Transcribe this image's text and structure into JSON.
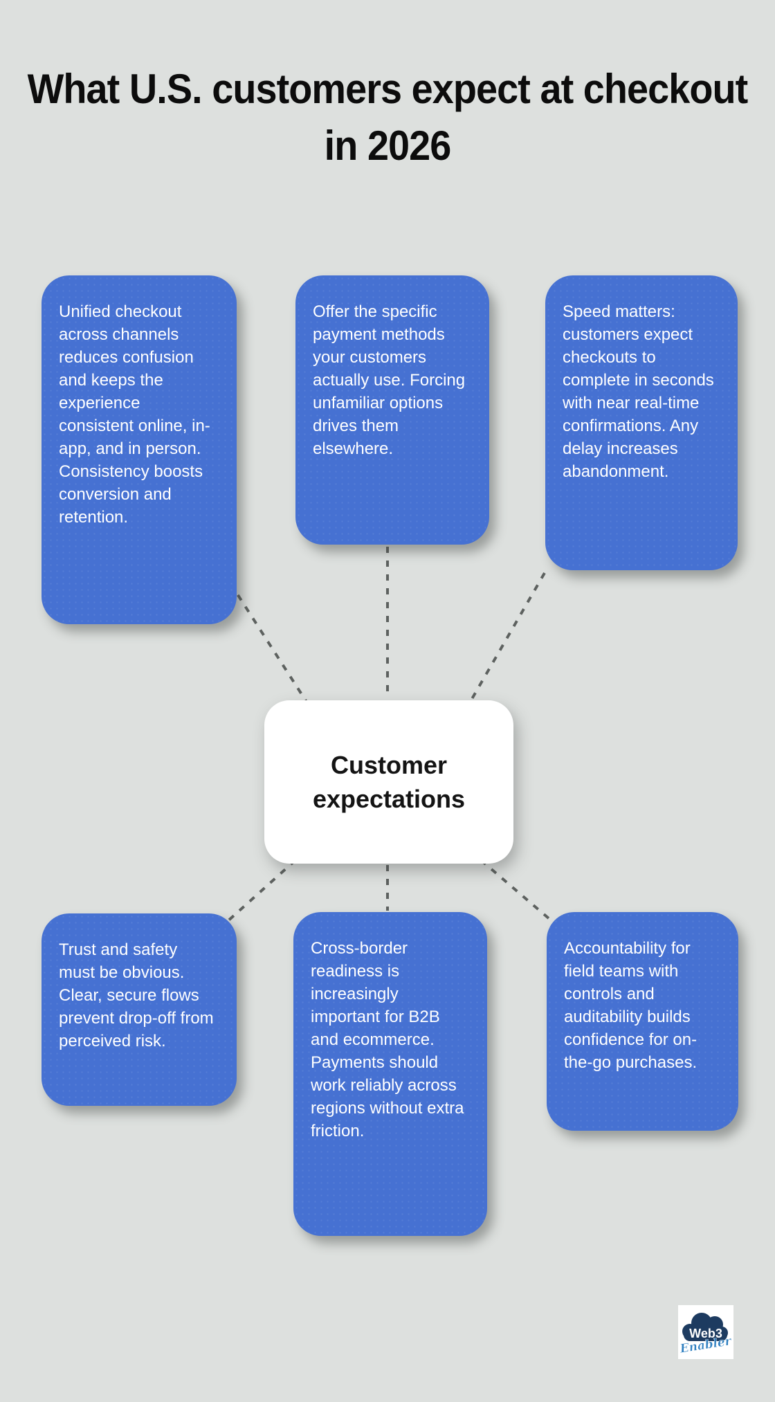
{
  "title": "What U.S. customers expect at checkout in 2026",
  "center": {
    "label": "Customer expectations"
  },
  "cards": [
    {
      "id": "unified-checkout",
      "text": "Unified checkout across channels reduces confusion and keeps the experience consistent online, in-app, and in person. Consistency boosts conversion and retention."
    },
    {
      "id": "payment-methods",
      "text": "Offer the specific payment methods your customers actually use. Forcing unfamiliar options drives them elsewhere."
    },
    {
      "id": "speed",
      "text": "Speed matters: customers expect checkouts to complete in seconds with near real-time confirmations. Any delay increases abandonment."
    },
    {
      "id": "trust-safety",
      "text": "Trust and safety must be obvious. Clear, secure flows prevent drop-off from perceived risk."
    },
    {
      "id": "cross-border",
      "text": "Cross-border readiness is increasingly important for B2B and ecommerce. Payments should work reliably across regions without extra friction."
    },
    {
      "id": "accountability",
      "text": "Accountability for field teams with controls and auditability builds confidence for on-the-go purchases."
    }
  ],
  "logo": {
    "line1": "Web3",
    "line2": "Enabler"
  },
  "colors": {
    "background": "#dde0de",
    "card_blue": "#4671d2",
    "card_text": "#ffffff",
    "center_bg": "#ffffff",
    "center_text": "#141414",
    "connector": "#5d615f",
    "title_text": "#0c0c0c",
    "logo_navy": "#1d3b60",
    "logo_script_blue": "#2e7fc0"
  }
}
